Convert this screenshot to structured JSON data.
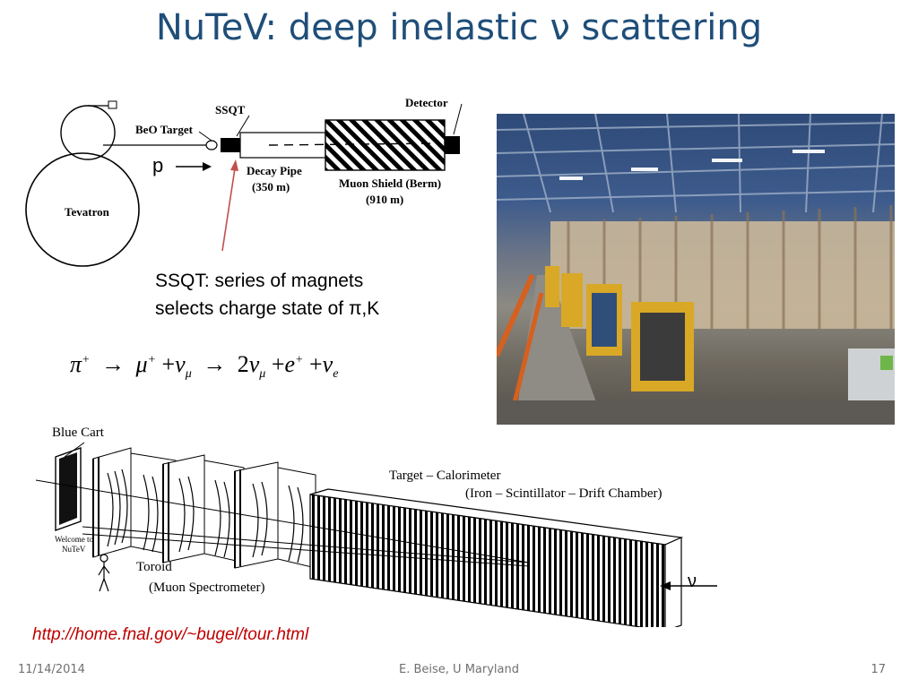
{
  "title": "NuTeV: deep inelastic ν scattering",
  "beamline": {
    "tevatron": "Tevatron",
    "beo_target": "BeO Target",
    "ssqt": "SSQT",
    "detector": "Detector",
    "proton": "p",
    "decay_pipe": "Decay Pipe",
    "decay_pipe_length": "(350 m)",
    "muon_shield": "Muon Shield (Berm)",
    "muon_shield_length": "(910 m)"
  },
  "ssqt_note": {
    "line1": "SSQT: series of magnets",
    "line2": "selects charge state of π,K"
  },
  "equation": {
    "pi": "π",
    "plus": "+",
    "arrow": "→",
    "mu": "μ",
    "nu": "ν",
    "sub_mu": "μ",
    "two": "2",
    "e": "e",
    "sub_e": "e"
  },
  "detector": {
    "blue_cart": "Blue Cart",
    "target_calorimeter": "Target – Calorimeter",
    "calorimeter_parts": "(Iron –  Scintillator – Drift Chamber)",
    "welcome_line1": "Welcome to",
    "welcome_line2": "NuTeV",
    "toroid": "Toroid",
    "muon_spectrometer": "(Muon Spectrometer)",
    "nu": "ν"
  },
  "url": "http://home.fnal.gov/~bugel/tour.html",
  "footer": {
    "date": "11/14/2014",
    "author": "E. Beise, U Maryland",
    "page": "17"
  }
}
